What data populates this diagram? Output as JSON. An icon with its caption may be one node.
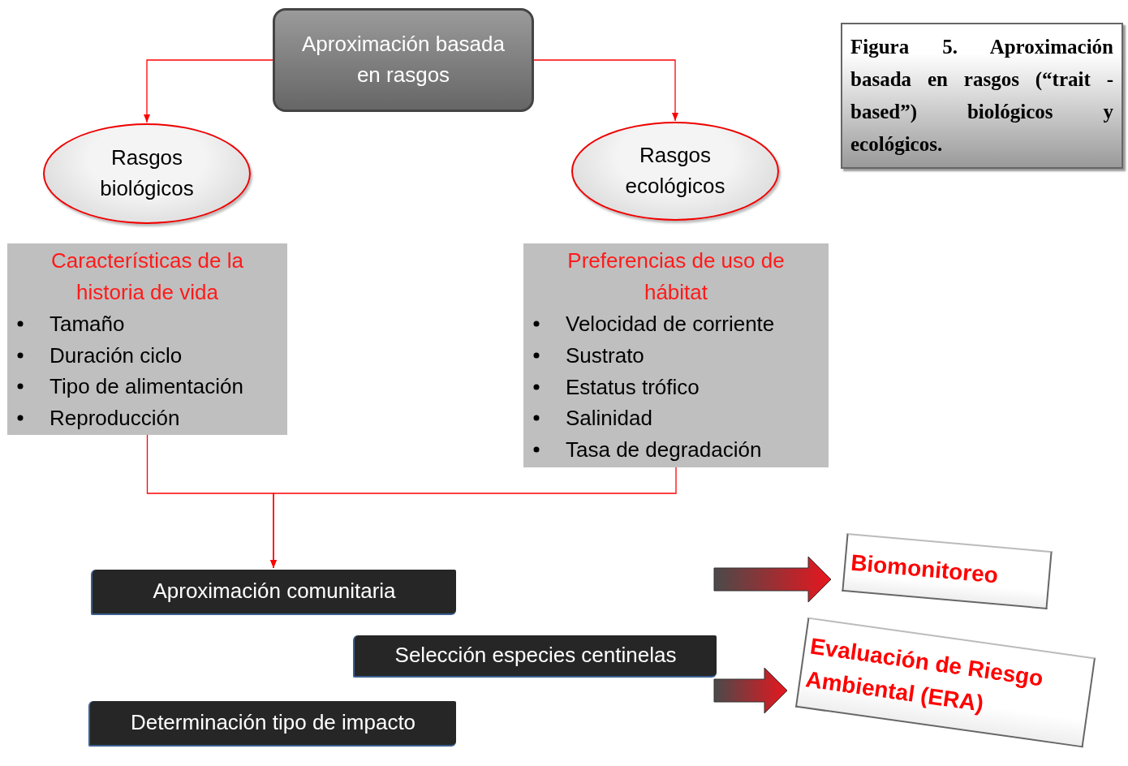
{
  "diagram": {
    "nodes": [
      {
        "text": [
          "Aproximación basada en rasgos"
        ]
      },
      {
        "text": [
          "Rasgos biológicos"
        ]
      },
      {
        "text": [
          "Rasgos ecológicos"
        ]
      },
      {
        "text": [
          "Características de la historia de vida",
          "Tamaño",
          "Duración ciclo",
          "Tipo de alimentación",
          "Reproducción"
        ]
      },
      {
        "text": [
          "Preferencias de uso de hábitat",
          "Velocidad de corriente",
          "Sustrato",
          "Estatus trófico",
          "Salinidad",
          "Tasa de degradación"
        ]
      },
      {
        "text": [
          "Aproximación comunitaria"
        ]
      },
      {
        "text": [
          "Selección especies centinelas"
        ]
      },
      {
        "text": [
          "Determinación tipo de impacto"
        ]
      },
      {
        "text": [
          "Biomonitoreo"
        ]
      },
      {
        "text": [
          "Evaluación de Riesgo Ambiental (ERA)"
        ]
      },
      {
        "text": [
          "Figura 5. Aproximación basada en rasgos (“trait -based”) biológicos y ecológicos."
        ]
      }
    ],
    "edges": [
      {
        "from": 0,
        "to": 1,
        "arrow": "to"
      },
      {
        "from": 0,
        "to": 2,
        "arrow": "to"
      },
      {
        "from": 3,
        "to": 5,
        "arrow": "to"
      },
      {
        "from": 4,
        "to": 5,
        "arrow": "to"
      },
      {
        "from": null,
        "to": 8,
        "arrow": "to",
        "style": "thick",
        "color": "#e8161e"
      },
      {
        "from": null,
        "to": 9,
        "arrow": "to",
        "style": "thick",
        "color": "#e8161e"
      }
    ]
  }
}
